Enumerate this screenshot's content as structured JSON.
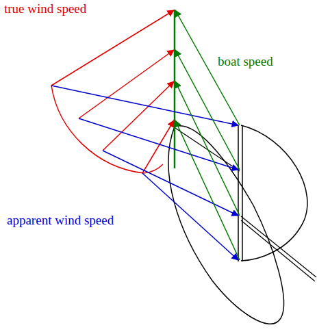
{
  "diagram": {
    "labels": [
      "true wind speed",
      "boat speed",
      "apparent wind speed"
    ]
  }
}
